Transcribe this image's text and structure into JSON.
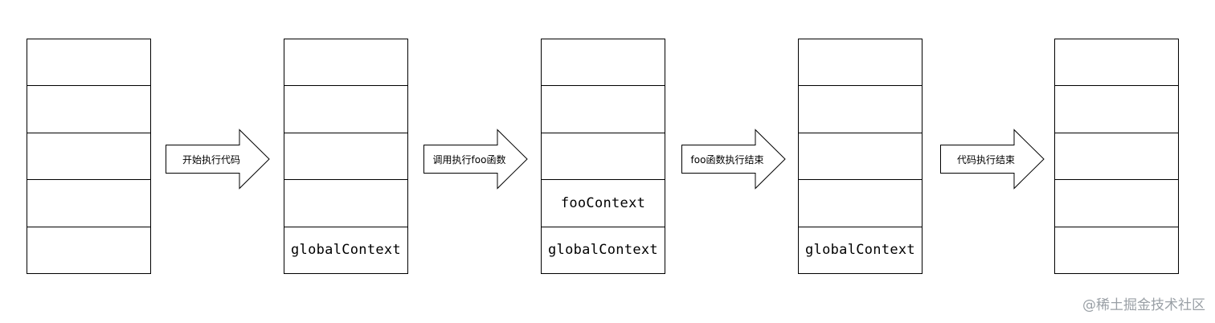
{
  "stacks": [
    {
      "cells": [
        "",
        "",
        "",
        "",
        ""
      ]
    },
    {
      "cells": [
        "",
        "",
        "",
        "",
        "globalContext"
      ]
    },
    {
      "cells": [
        "",
        "",
        "",
        "fooContext",
        "globalContext"
      ]
    },
    {
      "cells": [
        "",
        "",
        "",
        "",
        "globalContext"
      ]
    },
    {
      "cells": [
        "",
        "",
        "",
        "",
        ""
      ]
    }
  ],
  "arrows": [
    {
      "label": "开始执行代码"
    },
    {
      "label": "调用执行foo函数"
    },
    {
      "label": "foo函数执行结束"
    },
    {
      "label": "代码执行结束"
    }
  ],
  "watermark": "@稀土掘金技术社区"
}
